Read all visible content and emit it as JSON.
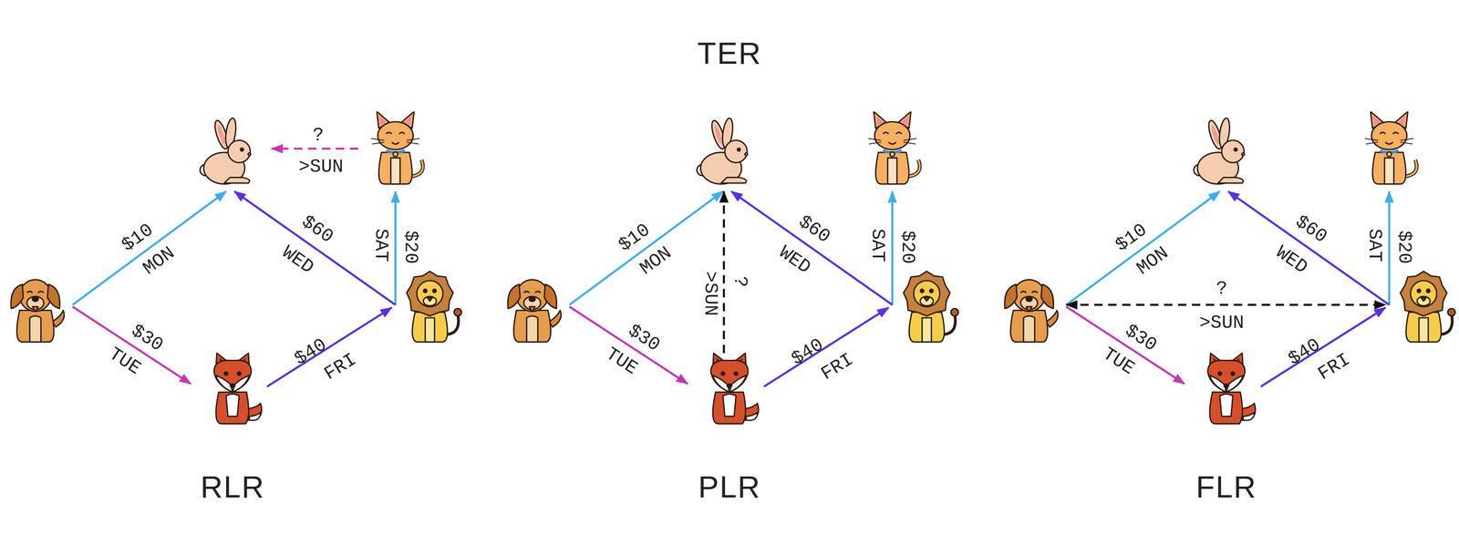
{
  "diagram": {
    "labels": [
      "TER",
      "$10",
      "MON",
      "$30",
      "TUE",
      "$60",
      "WED",
      "$40",
      "FRI",
      "SAT",
      "$20",
      "?",
      ">SUN",
      "RLR",
      "$10",
      "MON",
      "$30",
      "TUE",
      "$60",
      "WED",
      "$40",
      "FRI",
      "SAT",
      "$20",
      "?",
      ">SUN",
      "PLR",
      "$10",
      "MON",
      "$30",
      "TUE",
      "$60",
      "WED",
      "$40",
      "FRI",
      "SAT",
      "$20",
      "?",
      ">SUN",
      "FLR"
    ]
  }
}
